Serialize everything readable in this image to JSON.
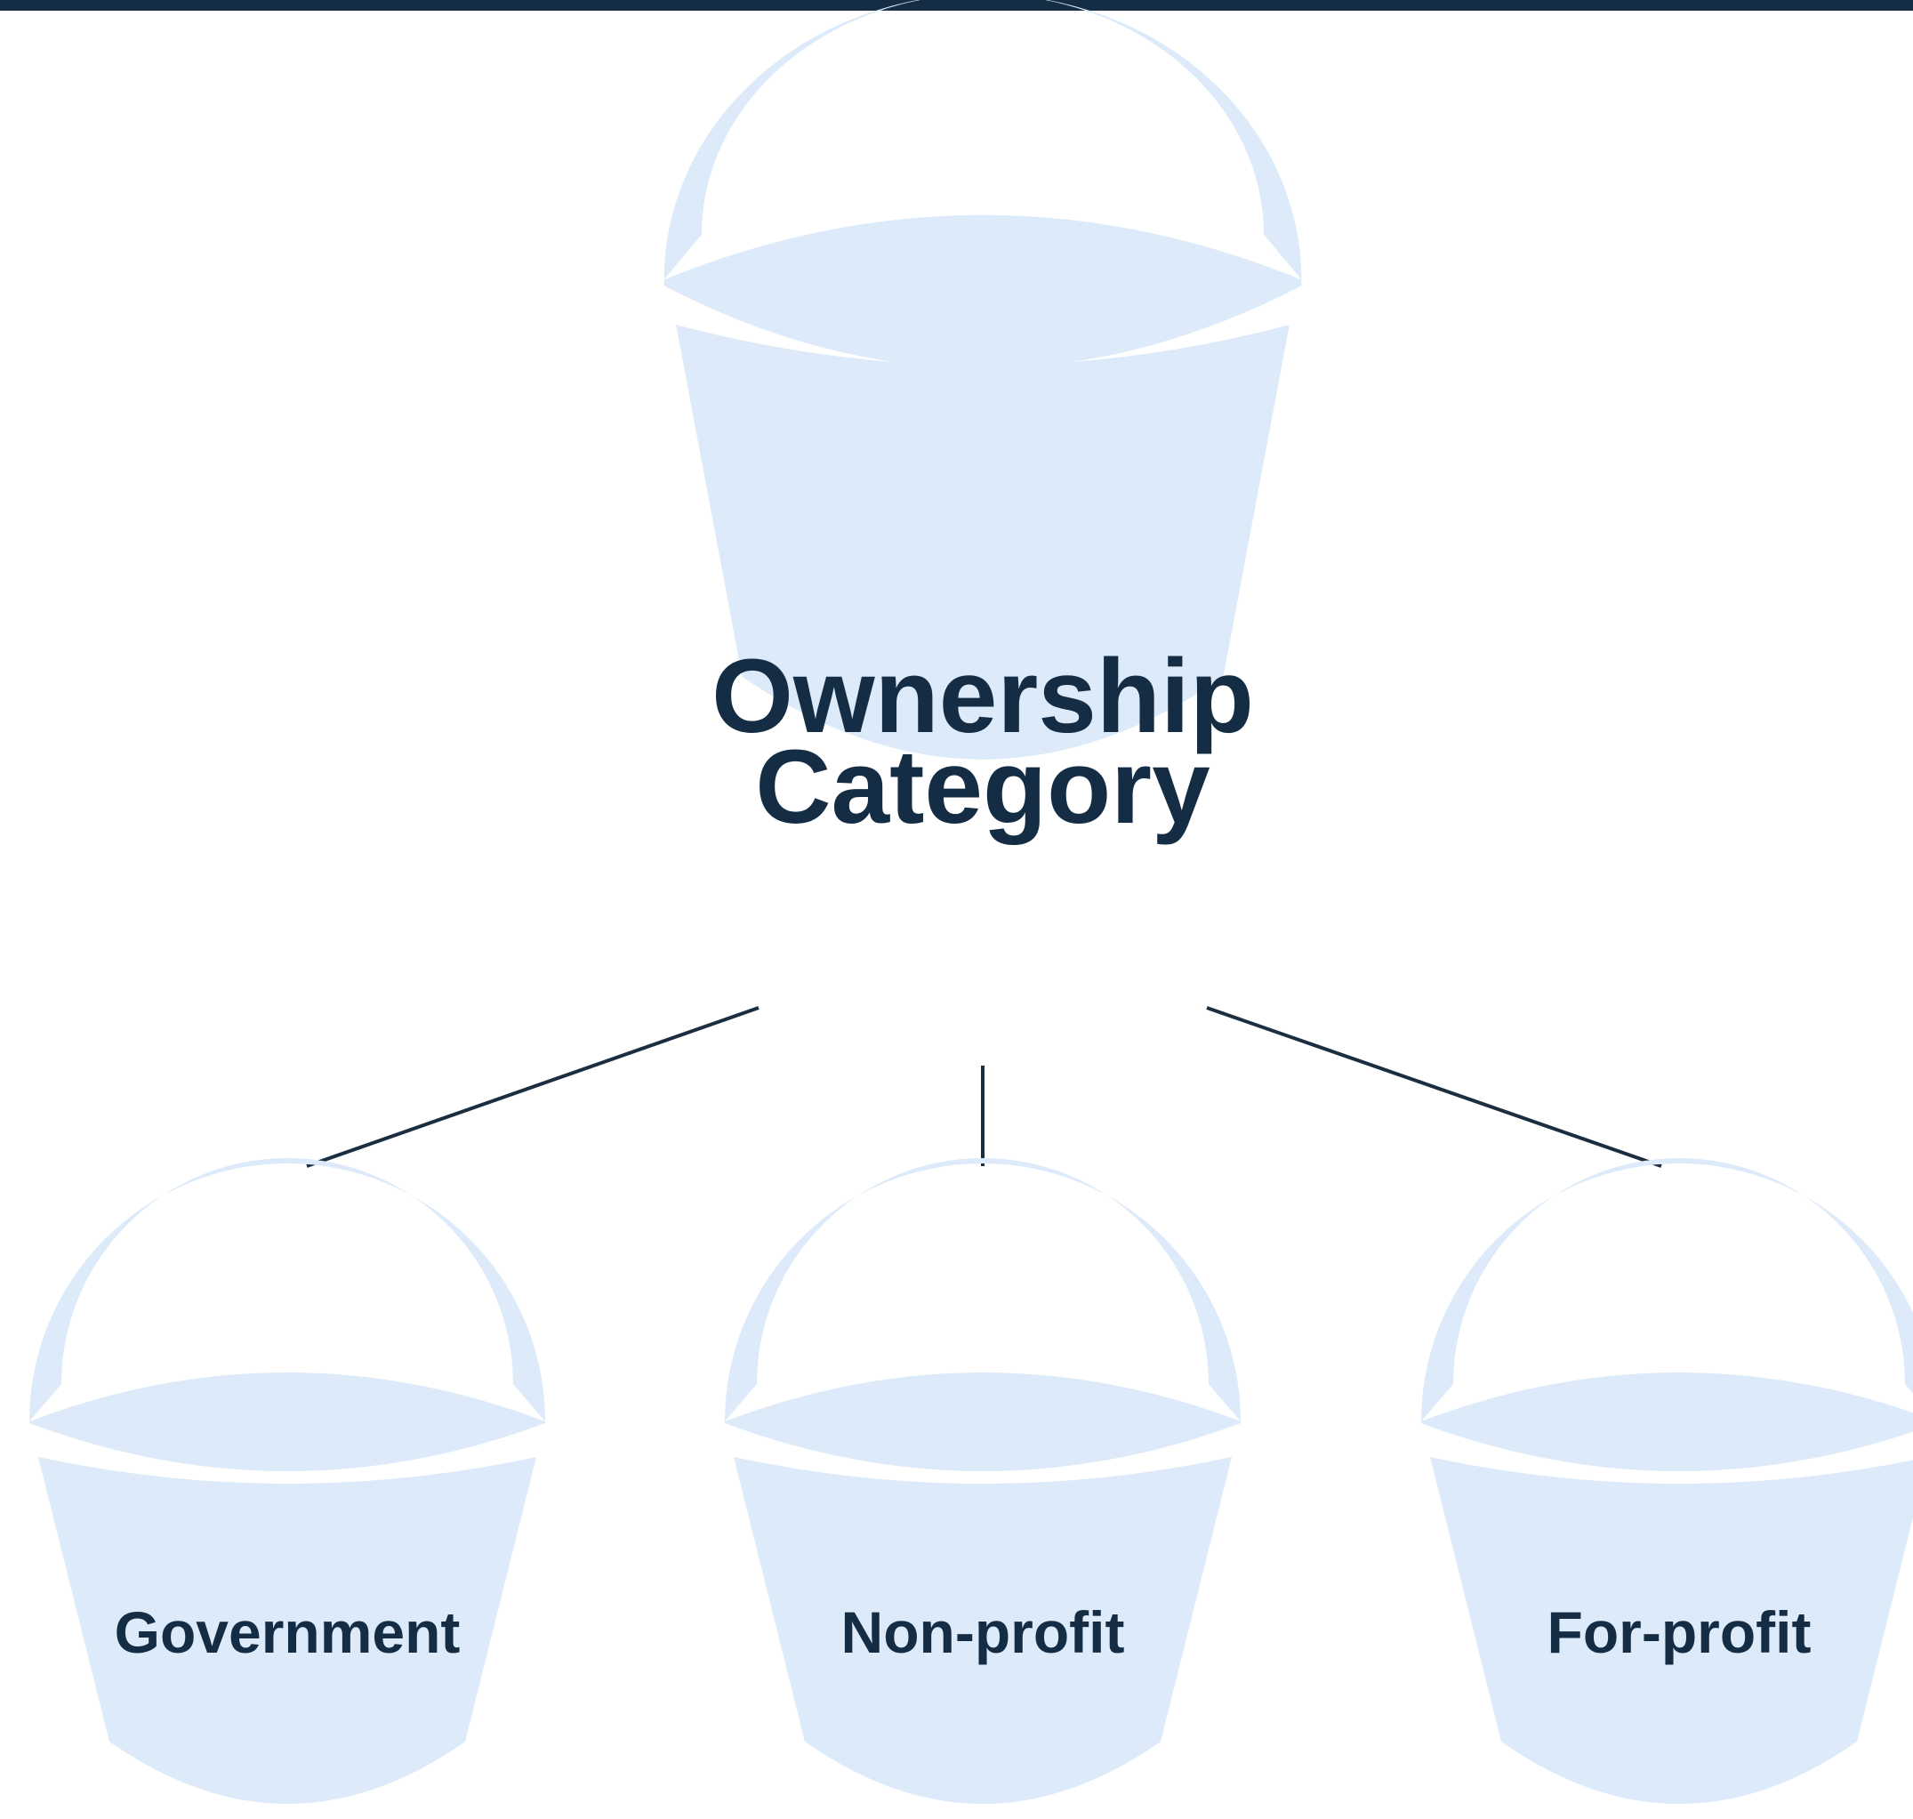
{
  "colors": {
    "bucket": "#dceaf9",
    "text": "#142d45",
    "connector": "#1a2e40",
    "top_bar": "#142d45",
    "background": "#ffffff"
  },
  "root": {
    "icon": "bucket-icon",
    "label_lines": [
      "Ownership",
      "Category"
    ]
  },
  "children": [
    {
      "icon": "bucket-icon",
      "label": "Government"
    },
    {
      "icon": "bucket-icon",
      "label": "Non-profit"
    },
    {
      "icon": "bucket-icon",
      "label": "For-profit"
    }
  ]
}
